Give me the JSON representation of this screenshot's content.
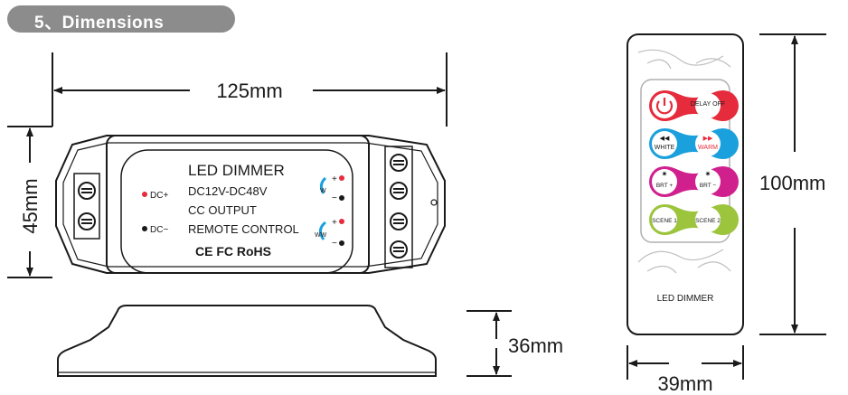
{
  "section": {
    "heading": "5、Dimensions"
  },
  "dimensions": {
    "controller_length": "125mm",
    "controller_width": "45mm",
    "controller_height": "36mm",
    "remote_height": "100mm",
    "remote_width": "39mm"
  },
  "controller": {
    "title": "LED DIMMER",
    "voltage": "DC12V-DC48V",
    "output": "CC OUTPUT",
    "control": "REMOTE CONTROL",
    "certifications": "CE FC RoHS",
    "dc_plus": "DC+",
    "dc_minus": "DC−",
    "channel_w": "W",
    "channel_ww": "WW",
    "plus": "+",
    "minus": "−"
  },
  "remote": {
    "label": "LED DIMMER",
    "rows": [
      {
        "left": "",
        "right": "DELAY OFF",
        "color": "#e52b3c"
      },
      {
        "left": "WHITE",
        "right": "WARM",
        "color": "#1aa0dc"
      },
      {
        "left": "BRT +",
        "right": "BRT −",
        "color": "#d0208e"
      },
      {
        "left": "SCENE 1",
        "right": "SCENE 2",
        "color": "#9cc43c"
      }
    ]
  },
  "colors": {
    "heading_bg": "#8c8c8c",
    "line": "#1a1a1a"
  }
}
